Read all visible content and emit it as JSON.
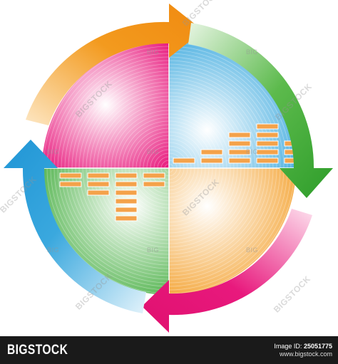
{
  "footer": {
    "brand": "BIGSTOCK",
    "image_label": "Image ID:",
    "image_id": "25051775",
    "site": "www.bigstock.com"
  },
  "watermarks": {
    "stock": "BIGSTOCK",
    "big": "BIG"
  },
  "colors": {
    "orange": "#f39a1e",
    "green": "#3aa935",
    "pink": "#e8197d",
    "blue": "#2ea3dc",
    "bar_fill": "#f4a24a"
  },
  "icons": {
    "orange_arrow": "arrow-right-icon",
    "green_arrow": "arrow-down-icon",
    "pink_arrow": "arrow-left-icon",
    "blue_arrow": "arrow-up-icon"
  }
}
